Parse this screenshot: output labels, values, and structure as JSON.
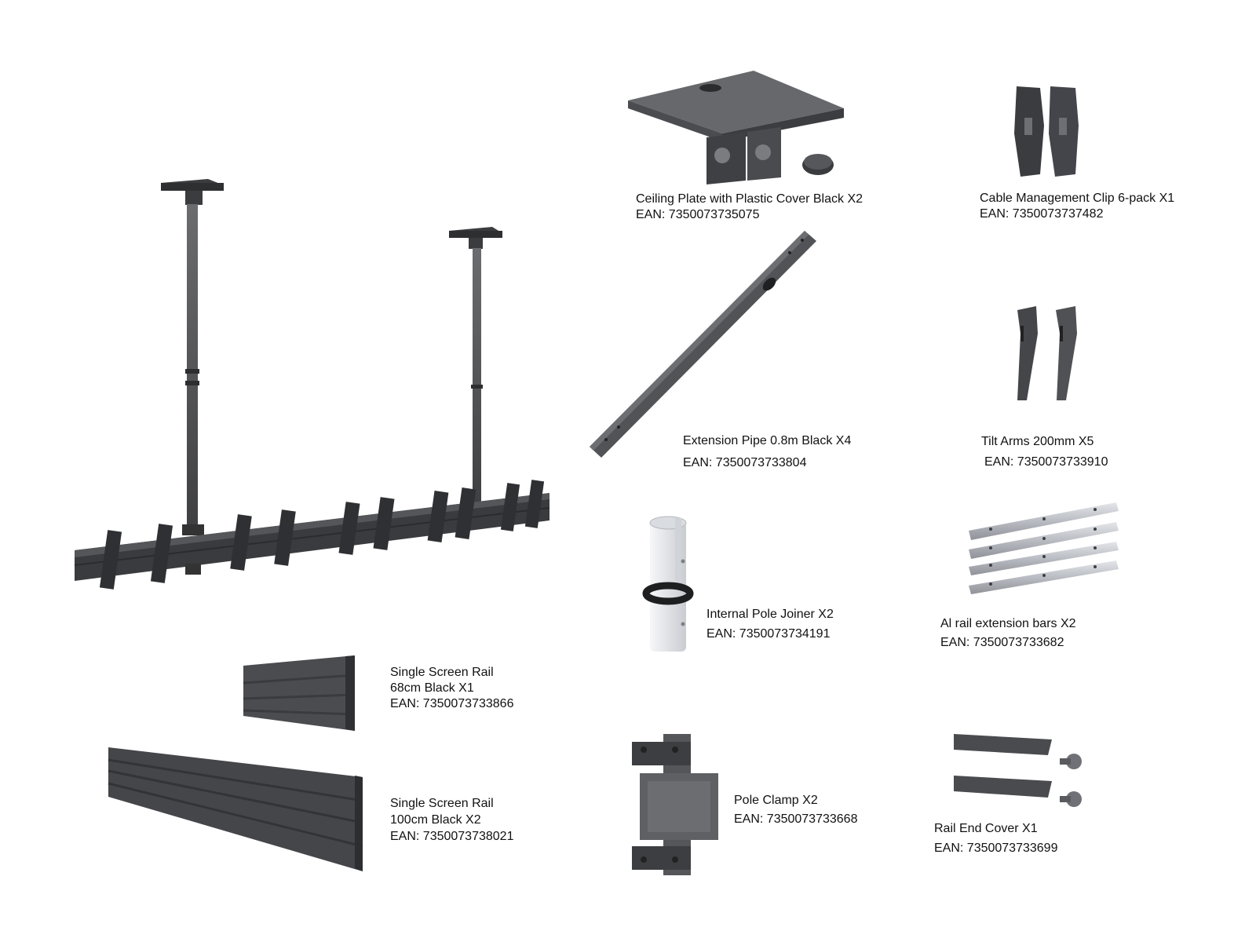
{
  "parts": [
    {
      "id": "ceiling-plate",
      "lines": [
        "Ceiling Plate with Plastic Cover Black X2",
        "EAN: 7350073735075"
      ]
    },
    {
      "id": "cable-clip",
      "lines": [
        "Cable Management Clip 6-pack X1",
        "EAN: 7350073737482"
      ]
    },
    {
      "id": "extension-pipe",
      "lines": [
        "Extension Pipe 0.8m Black X4",
        "EAN: 7350073733804"
      ]
    },
    {
      "id": "tilt-arms",
      "lines": [
        "Tilt Arms 200mm X5",
        "EAN: 7350073733910"
      ]
    },
    {
      "id": "pole-joiner",
      "lines": [
        "Internal Pole Joiner X2",
        "EAN: 7350073734191"
      ]
    },
    {
      "id": "al-rail",
      "lines": [
        "Al rail extension bars X2",
        "EAN: 7350073733682"
      ]
    },
    {
      "id": "rail-68",
      "lines": [
        "Single Screen Rail",
        "68cm Black X1",
        "EAN: 7350073733866"
      ]
    },
    {
      "id": "rail-100",
      "lines": [
        "Single Screen Rail",
        "100cm Black X2",
        "EAN: 7350073738021"
      ]
    },
    {
      "id": "pole-clamp",
      "lines": [
        "Pole Clamp X2",
        "EAN: 7350073733668"
      ]
    },
    {
      "id": "rail-end-cover",
      "lines": [
        "Rail End Cover X1",
        "EAN: 7350073733699"
      ]
    }
  ],
  "colors": {
    "metal_dark": "#4a4b4e",
    "metal_mid": "#5c5d61",
    "metal_light": "#7a7b80",
    "aluminium": "#c9ccd1",
    "white_part": "#e9ebee"
  }
}
